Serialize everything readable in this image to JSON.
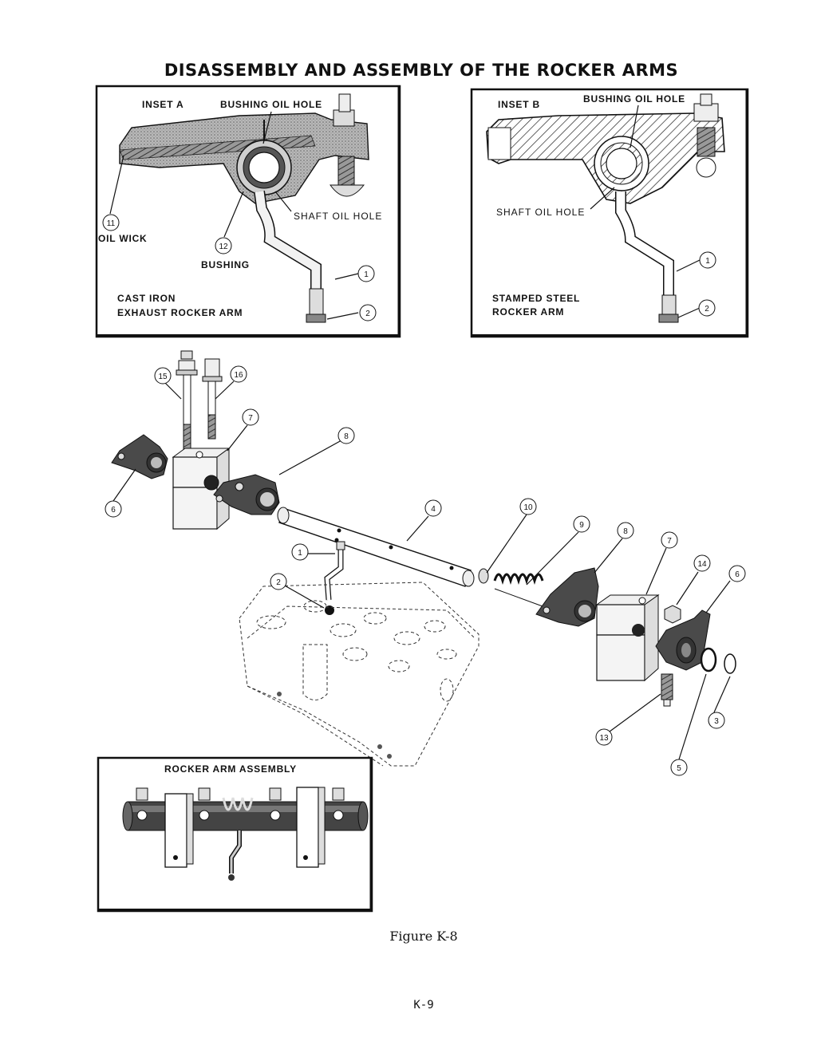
{
  "title": "DISASSEMBLY AND ASSEMBLY OF THE ROCKER ARMS",
  "inset_a": {
    "heading": "INSET A",
    "bushing_oil_hole": "BUSHING OIL HOLE",
    "shaft_oil_hole": "SHAFT OIL HOLE",
    "oil_wick": "OIL WICK",
    "bushing": "BUSHING",
    "arm_line1": "CAST IRON",
    "arm_line2": "EXHAUST ROCKER ARM",
    "callouts": [
      "11",
      "12",
      "1",
      "2"
    ]
  },
  "inset_b": {
    "heading": "INSET B",
    "bushing_oil_hole": "BUSHING OIL HOLE",
    "shaft_oil_hole": "SHAFT OIL HOLE",
    "arm_line1": "STAMPED STEEL",
    "arm_line2": "ROCKER ARM",
    "callouts": [
      "1",
      "2"
    ]
  },
  "exploded_callouts": [
    "15",
    "16",
    "7",
    "8",
    "6",
    "4",
    "10",
    "9",
    "8",
    "7",
    "14",
    "6",
    "1",
    "2",
    "13",
    "3",
    "5"
  ],
  "assembly_inset": {
    "heading": "ROCKER ARM ASSEMBLY"
  },
  "caption": "Figure K-8",
  "page_number": "K-9"
}
